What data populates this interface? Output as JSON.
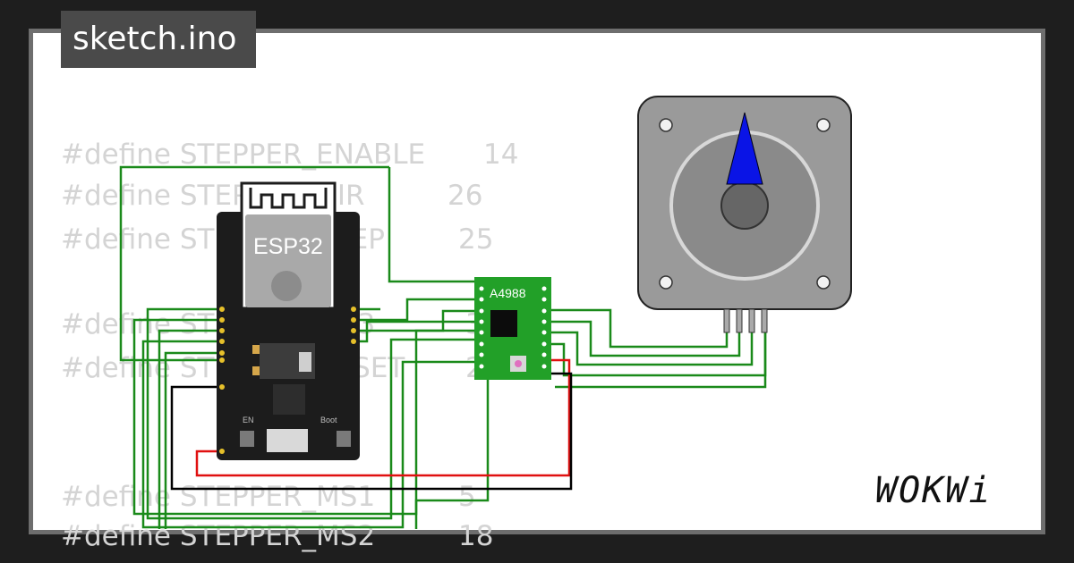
{
  "file_tab": {
    "label": "sketch.ino"
  },
  "code": [
    {
      "text": "#define STEPPER_ENABLE",
      "value": "14"
    },
    {
      "text": "#define STEPPER_DIR",
      "value": "26"
    },
    {
      "text": "#define STEPPER_STEP",
      "value": "25"
    },
    {
      "text": "#define STEPPER_MS3",
      "value": "33"
    },
    {
      "text": "#define STEPPER_RESET",
      "value": "27"
    },
    {
      "text": "#define STEPPER_MS1",
      "value": "5"
    },
    {
      "text": "#define STEPPER_MS2",
      "value": "18"
    }
  ],
  "esp32": {
    "label": "ESP32",
    "en_label": "EN",
    "boot_label": "Boot"
  },
  "driver": {
    "label": "A4988"
  },
  "logo": {
    "text": "WOKWi"
  },
  "colors": {
    "wire_green": "#1a8a1a",
    "wire_red": "#e01010",
    "wire_black": "#000000",
    "board": "#1c1c1c",
    "driver": "#22a028",
    "needle": "#0a14e6"
  }
}
